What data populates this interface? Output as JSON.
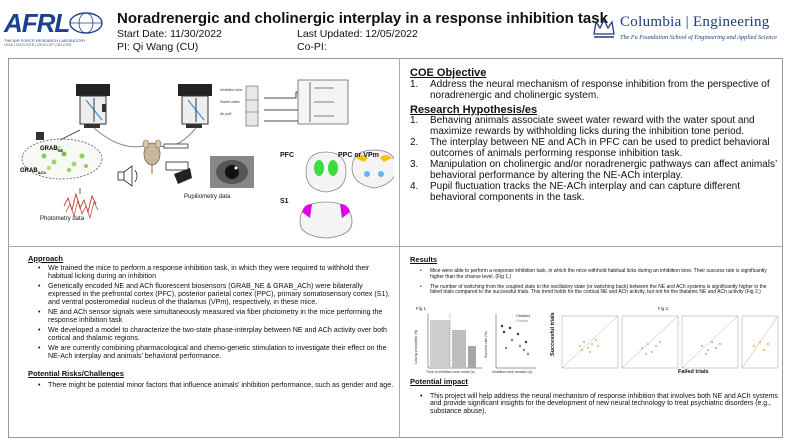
{
  "header": {
    "afrl_logo": "AFRL",
    "afrl_tagline": "THE AIR FORCE RESEARCH LABORATORY",
    "afrl_subtagline": "LEAD | DISCOVER | DEVELOP | DELIVER",
    "title": "Noradrenergic and cholinergic interplay in a response inhibition task",
    "start_date": "Start Date: 11/30/2022",
    "last_updated": "Last Updated: 12/05/2022",
    "pi": "PI: Qi Wang (CU)",
    "copi": "Co-PI:",
    "columbia_name": "Columbia | Engineering",
    "columbia_tag": "The Fu Foundation School of Engineering and Applied Science"
  },
  "figure_top_left": {
    "grab_ne": "GRAB",
    "grab_ne_sub": "NE",
    "grab_ach": "GRAB",
    "grab_ach_sub": "ACh",
    "photometry": "Photometry data",
    "pupil": "Pupiliometry data",
    "pfc": "PFC",
    "ppc_vpm": "PPC or VPm",
    "s1": "S1",
    "trace_labels": [
      "Inhibition tone",
      "Sweet water",
      "Air puff"
    ]
  },
  "objective": {
    "heading": "COE Objective",
    "item_num": "1.",
    "item_text": "Address the neural mechanism of response inhibition from the perspective of noradrenergic and cholinergic system."
  },
  "hypotheses": {
    "heading": "Research Hypothesis/es",
    "items": [
      {
        "num": "1.",
        "text": "Behaving animals associate sweet water reward with the water spout and maximize rewards by withholding licks during the inhibition tone period."
      },
      {
        "num": "2.",
        "text": "The interplay between NE and ACh in PFC can be used to predict behavioral outcomes of animals performing response inhibition task."
      },
      {
        "num": "3.",
        "text": "Manipulation on cholinergic and/or noradrenergic pathways can affect animals’ behavioral performance by altering the NE-ACh interplay."
      },
      {
        "num": "4.",
        "text": "Pupil fluctuation tracks the NE-ACh interplay and can capture different behavioral components in the task."
      }
    ]
  },
  "approach": {
    "heading": "Approach",
    "items": [
      "We trained the mice to perform a response inhibition task, in which they were required to withhold their habitual licking during an inhibition",
      "Genetically encoded NE and ACh fluorescent biosensors (GRAB_NE & GRAB_ACh) were bilaterally expressed in the prefrontal cortex (PFC), posterior parietal cortex (PPC), primary somatosensory cortex (S1), and ventral posteromedial nucleus of the thalamus (VPm), respectively, in these mice.",
      "NE and ACh sensor signals were simultaneously measured via fiber photometry in the mice performing the response inhibition task",
      "We developed a model to characterize the two-state phase-interplay between NE and ACh activity over both cortical and thalamic regions.",
      "We are currently combining pharmacological and chemo-genetic stimulation to investigate their effect on the NE-Ach interplay and animals’ behavioral performance."
    ]
  },
  "risks": {
    "heading": "Potential Risks/Challenges",
    "items": [
      "There might be potential minor factors that influence animals’ inhibition performance, such as gender and age."
    ]
  },
  "results": {
    "heading": "Results",
    "items": [
      "Mice were able to perform a response inhibition task, in which the mice withhold habitual licks during an inhibition tone. Their success rate is significantly higher than the chance level. (Fig 1.)",
      "The number of switching from the coupled state to the oscillatory state (or switching back) between the NE and ACh systems is significantly higher in the failed trials compared to the successful trials. This trend holds for the cortical NE and ACh activity, but not for the thalamic NE and ACh activity (Fig 2.)"
    ],
    "fig1_label": "Fig 1.",
    "fig2_label": "Fig 2.",
    "fig1_x": "Time to inhibition tone onset (s)",
    "fig1_y": "Licking probability (%)",
    "fig1b_x": "Inhibition tone duration (s)",
    "fig1b_y": "Success rate (%)",
    "fig1b_legend": [
      "Obtained",
      "Chance"
    ],
    "fig2_y": "Successful trials",
    "fig2_x": "Failed trials"
  },
  "impact": {
    "heading": "Potential impact",
    "items": [
      "This project will help address the neural mechanism of response inhibition that involves both NE and ACh systems and provide significant insights for the development of new neural technology to treat psychiatric disorders (e.g., substance abuse)."
    ]
  },
  "colors": {
    "afrl_blue": "#1c3f8f",
    "columbia_blue": "#1d3c7a",
    "pfc_green": "#3ddc3d",
    "s1_magenta": "#e000e0",
    "ppc_yellow": "#f5c400"
  }
}
